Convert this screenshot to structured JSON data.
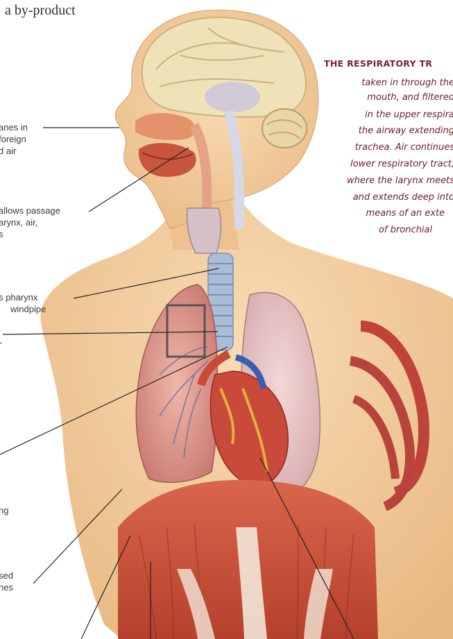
{
  "header": {
    "fragment": "a by-product"
  },
  "caption": {
    "title": "THE RESPIRATORY TR",
    "lines": [
      "taken in through the",
      "mouth, and filtered",
      "in the upper respira",
      "the airway extending",
      "trachea. Air continues",
      "lower respiratory tract,",
      "where the larynx meets",
      "and extends deep into",
      "means of an exte",
      "of bronchial"
    ]
  },
  "labels": {
    "nasal": [
      "anes in",
      "foreign",
      "d air"
    ],
    "pharynx": [
      "allows passage",
      "arynx, air,",
      "s"
    ],
    "trachea": [
      "s pharynx",
      "windpipe"
    ],
    "bronchi": [
      "-"
    ],
    "lung": [
      "ng"
    ],
    "diaphragm": [
      "sed",
      "nes"
    ]
  },
  "colors": {
    "skin": "#f3cfa0",
    "muscle": "#c9533d",
    "lung": "#d98d86",
    "trachea": "#a9bdd6",
    "brain": "#efe2b8",
    "caption": "#6a1c2c",
    "leader": "#222222",
    "box": "#555555"
  }
}
